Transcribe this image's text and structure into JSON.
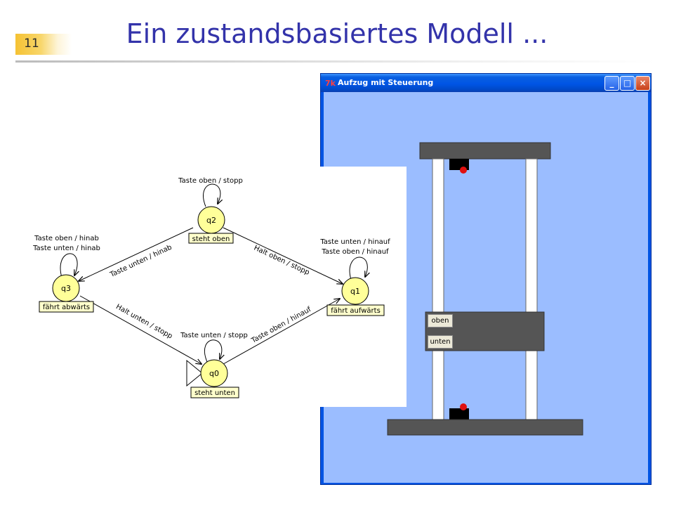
{
  "slide": {
    "number": "11",
    "title": "Ein zustandsbasiertes Modell ..."
  },
  "diagram": {
    "states": [
      {
        "id": "q2",
        "label": "q2",
        "caption": "steht oben"
      },
      {
        "id": "q3",
        "label": "q3",
        "caption": "fährt abwärts"
      },
      {
        "id": "q1",
        "label": "q1",
        "caption": "fährt aufwärts"
      },
      {
        "id": "q0",
        "label": "q0",
        "caption": "steht unten"
      }
    ],
    "self_loops": {
      "q2": "Taste oben / stopp",
      "q3_line1": "Taste oben / hinab",
      "q3_line2": "Taste unten / hinab",
      "q1_line1": "Taste unten / hinauf",
      "q1_line2": "Taste oben / hinauf",
      "q0": "Taste unten / stopp"
    },
    "transitions": {
      "q2_q3": "Taste unten / hinab",
      "q2_q1": "Halt oben / stopp",
      "q3_q0": "Halt unten / stopp",
      "q0_q1": "Taste oben / hinauf"
    },
    "colors": {
      "state_fill": "#ffff99",
      "caption_fill": "#ffffcc",
      "stroke": "#000000"
    }
  },
  "window": {
    "title": "Aufzug mit Steuerung",
    "app_icon": "7k",
    "btn_minimize": "_",
    "btn_maximize": "□",
    "btn_close": "×",
    "colors": {
      "client": "#9bbdff",
      "frame": "#555555",
      "rail": "#ffffff",
      "indicator": "#e01010"
    }
  },
  "elevator": {
    "button_top": "oben",
    "button_bottom": "unten"
  }
}
